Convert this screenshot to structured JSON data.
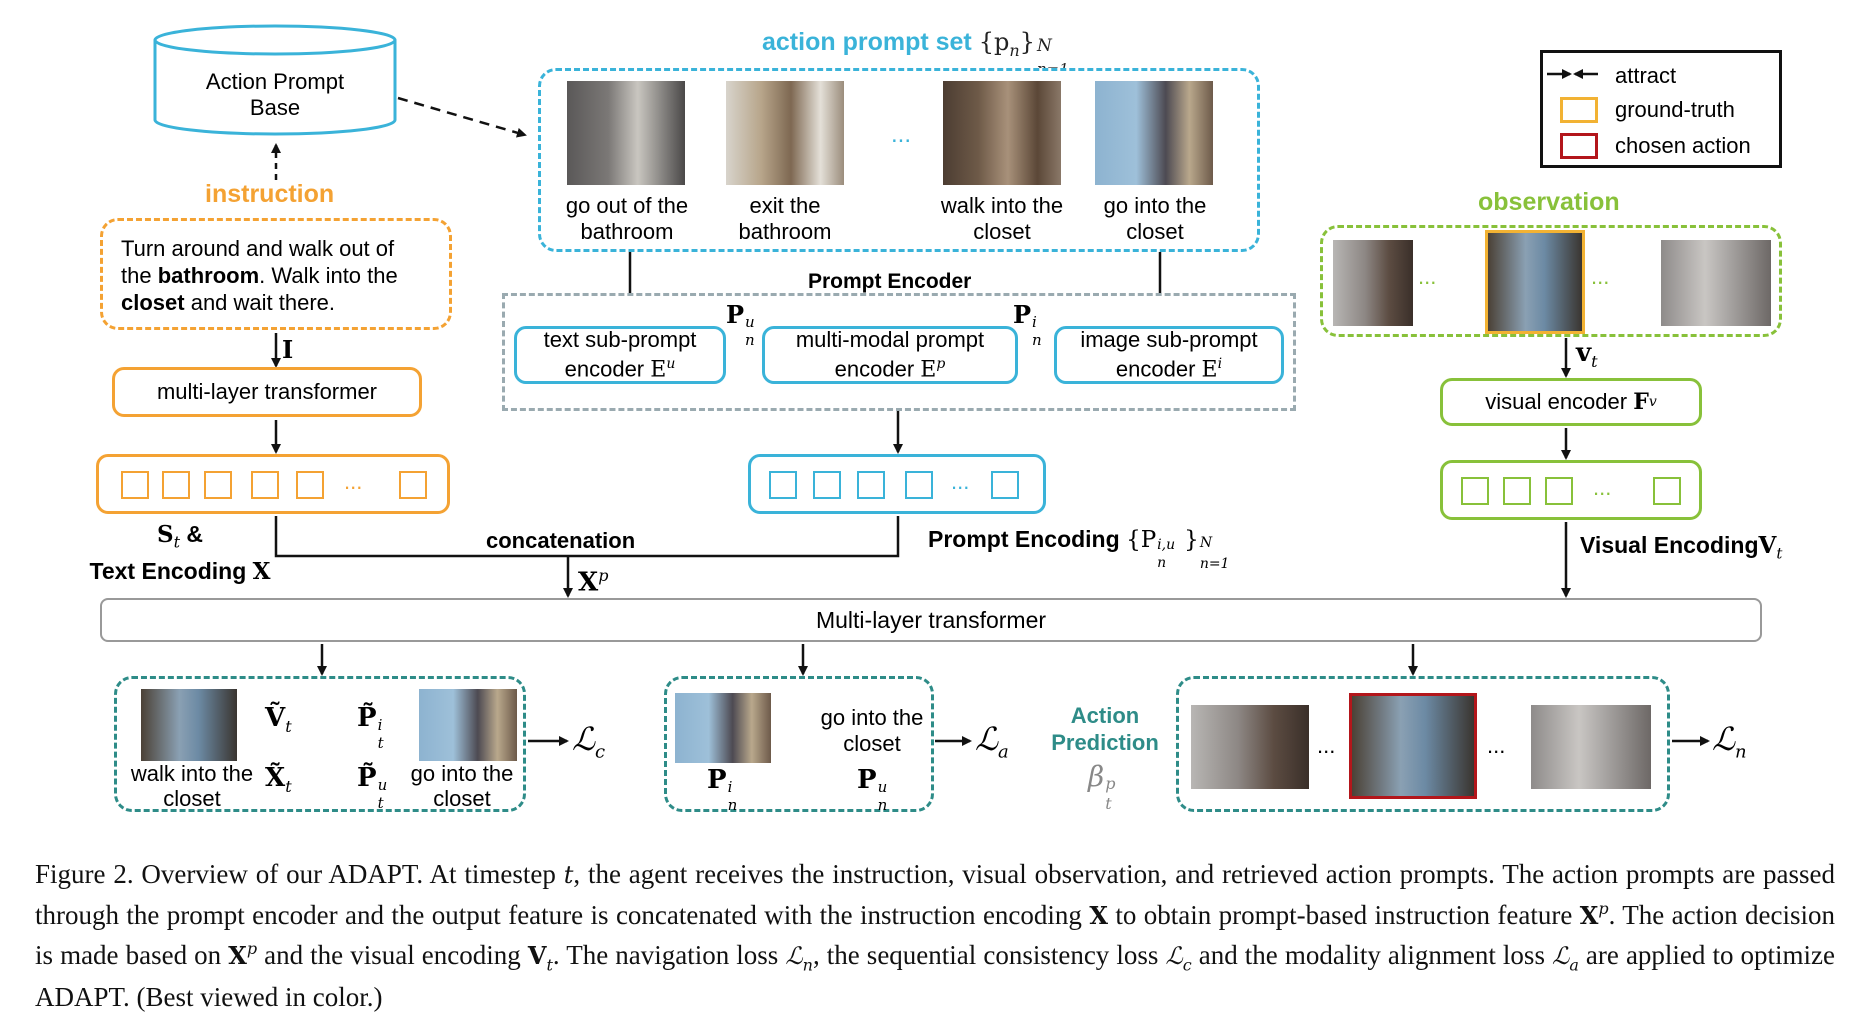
{
  "prompt_base": {
    "label_line1": "Action Prompt",
    "label_line2": "Base"
  },
  "instruction": {
    "title": "instruction",
    "text_1": "Turn around and walk out of",
    "text_2a": "the ",
    "text_2b": "bathroom",
    "text_2c": ". Walk into the",
    "text_3a": "closet",
    "text_3b": " and wait there."
  },
  "prompt_set": {
    "title": "action prompt set",
    "title_math": "{p",
    "title_math_sub": "n",
    "title_math_close": "}",
    "title_math_sup": "N",
    "title_math_lower": "n=1",
    "ellipsis": "...",
    "items": [
      {
        "line1": "go out of the",
        "line2": "bathroom"
      },
      {
        "line1": "exit the",
        "line2": "bathroom"
      },
      {
        "line1": "walk into the",
        "line2": "closet"
      },
      {
        "line1": "go into the",
        "line2": "closet"
      }
    ]
  },
  "legend": {
    "attract": "attract",
    "ground_truth": "ground-truth",
    "chosen_action": "chosen action",
    "colors": {
      "ground_truth": "#f2b233",
      "chosen_action": "#b3161b"
    }
  },
  "observation": {
    "title": "observation",
    "ellipsis": "..."
  },
  "prompt_encoder": {
    "title": "Prompt Encoder",
    "text_sub_line1": "text sub-prompt",
    "text_sub_line2": "encoder",
    "text_sub_math": "E",
    "text_sub_sup": "u",
    "mm_line1": "multi-modal prompt",
    "mm_line2": "encoder",
    "mm_math": "E",
    "mm_sup": "p",
    "img_sub_line1": "image sub-prompt",
    "img_sub_line2": "encoder",
    "img_sub_math": "E",
    "img_sub_sup": "i",
    "p_u": "P",
    "p_u_sup": "u",
    "p_u_sub": "n",
    "p_i": "P",
    "p_i_sup": "i",
    "p_i_sub": "n"
  },
  "left_branch": {
    "I_label": "I",
    "transformer": "multi-layer transformer",
    "ellipsis": "...",
    "st_label": "S",
    "st_sub": "t",
    "amp": " &",
    "text_encoding": "Text Encoding",
    "X": "X"
  },
  "middle_branch": {
    "concatenation": "concatenation",
    "xp": "X",
    "xp_sup": "p",
    "ellipsis": "...",
    "prompt_encoding": "Prompt Encoding",
    "pe_math": "{P",
    "pe_sup": "i,u",
    "pe_sub": "n",
    "pe_close": "}",
    "pe_sup2": "N",
    "pe_sub2": "n=1"
  },
  "right_branch": {
    "vt": "v",
    "vt_sub": "t",
    "visual_encoder": "visual encoder",
    "fv": "F",
    "fv_sub": "v",
    "ellipsis": "...",
    "visual_encoding": "Visual Encoding",
    "Vt": "V",
    "Vt_sub": "t"
  },
  "main_transformer": "Multi-layer transformer",
  "bottom": {
    "c_left_line1": "walk into the",
    "c_left_line2": "closet",
    "c_right_line1": "go into the",
    "c_right_line2": "closet",
    "Vt_tilde": "Ṽ",
    "Vt_sub": "t",
    "Pt_tilde_i": "P̃",
    "Pt_i_sup": "i",
    "Pt_i_sub": "t",
    "Xt_tilde": "X̃",
    "Xt_sub": "t",
    "Pt_tilde_u": "P̃",
    "Pt_u_sup": "u",
    "Pt_u_sub": "t",
    "loss_c": "ℒ",
    "loss_c_sub": "c",
    "a_text_line1": "go into the",
    "a_text_line2": "closet",
    "a_pi": "P",
    "a_pi_sup": "i",
    "a_pi_sub": "n",
    "a_pu": "P",
    "a_pu_sup": "u",
    "a_pu_sub": "n",
    "loss_a": "ℒ",
    "loss_a_sub": "a",
    "action_pred_line1": "Action",
    "action_pred_line2": "Prediction",
    "beta": "β",
    "beta_sup": "p",
    "beta_sub": "t",
    "ellipsis": "...",
    "loss_n": "ℒ",
    "loss_n_sub": "n"
  },
  "caption": {
    "p1": "Figure 2. Overview of our ADAPT. At timestep ",
    "t": "t",
    "p2": ", the agent receives the instruction, visual observation, and retrieved action prompts. The action prompts are passed through the prompt encoder and the output feature is concatenated with the instruction encoding ",
    "X": "X",
    "p3": " to obtain prompt-based instruction feature ",
    "Xp": "X",
    "Xp_sup": "p",
    "p4": ". The action decision is made based on ",
    "Xp2": "X",
    "Xp2_sup": "p",
    "p5": " and the visual encoding ",
    "Vt": "V",
    "Vt_sub": "t",
    "p6": ". The navigation loss ",
    "Ln": "ℒ",
    "Ln_sub": "n",
    "p7": ", the sequential consistency loss ",
    "Lc": "ℒ",
    "Lc_sub": "c",
    "p8": " and the modality alignment loss ",
    "La": "ℒ",
    "La_sub": "a",
    "p9": " are applied to optimize ADAPT. (Best viewed in color.)"
  }
}
